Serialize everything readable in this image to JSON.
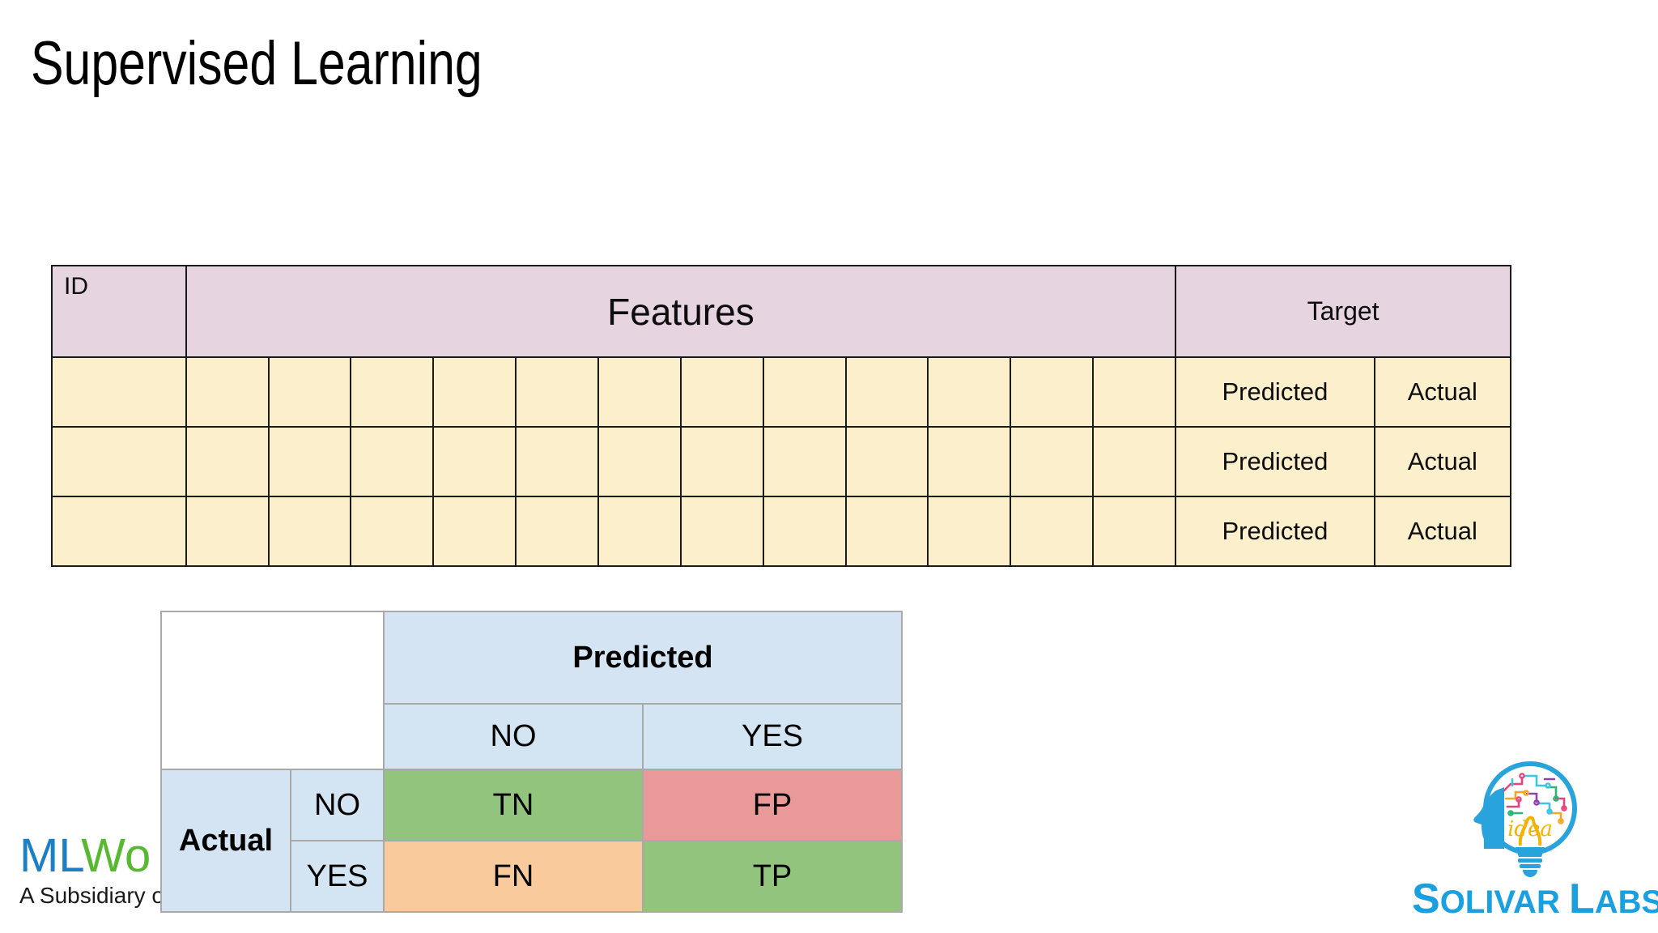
{
  "slide": {
    "title": "Supervised Learning"
  },
  "data_table": {
    "header": {
      "id": "ID",
      "features": "Features",
      "target": "Target"
    },
    "target_columns": [
      "Predicted",
      "Actual"
    ],
    "feature_column_count": 12,
    "rows": [
      {
        "target": [
          "Predicted",
          "Actual"
        ]
      },
      {
        "target": [
          "Predicted",
          "Actual"
        ]
      },
      {
        "target": [
          "Predicted",
          "Actual"
        ]
      }
    ],
    "colors": {
      "header_fill": "#e7d4e1",
      "cell_fill": "#fcefcb",
      "border": "#1a1a1a"
    }
  },
  "confusion_matrix": {
    "predicted_label": "Predicted",
    "actual_label": "Actual",
    "predicted_classes": [
      "NO",
      "YES"
    ],
    "actual_classes": [
      "NO",
      "YES"
    ],
    "cells": [
      {
        "value": "TN",
        "color": "#92c47d"
      },
      {
        "value": "FP",
        "color": "#ea9999"
      },
      {
        "value": "FN",
        "color": "#f9cb9c"
      },
      {
        "value": "TP",
        "color": "#92c47d"
      }
    ],
    "colors": {
      "header_fill": "#d4e4f2",
      "border": "#a9a9a9"
    }
  },
  "brand": {
    "wordmark_ml": "ML",
    "wordmark_works": "Wo",
    "tagline": "A Subsidiary of Solivar Labs",
    "ml_color": "#1c7fc4",
    "works_color": "#58b832"
  },
  "solivar": {
    "name_cap_s": "S",
    "name_rest_1": "OLIVAR",
    "name_cap_l": "L",
    "name_rest_2": "ABS",
    "idea_text": "idea",
    "accent_color": "#1a9fe0"
  }
}
